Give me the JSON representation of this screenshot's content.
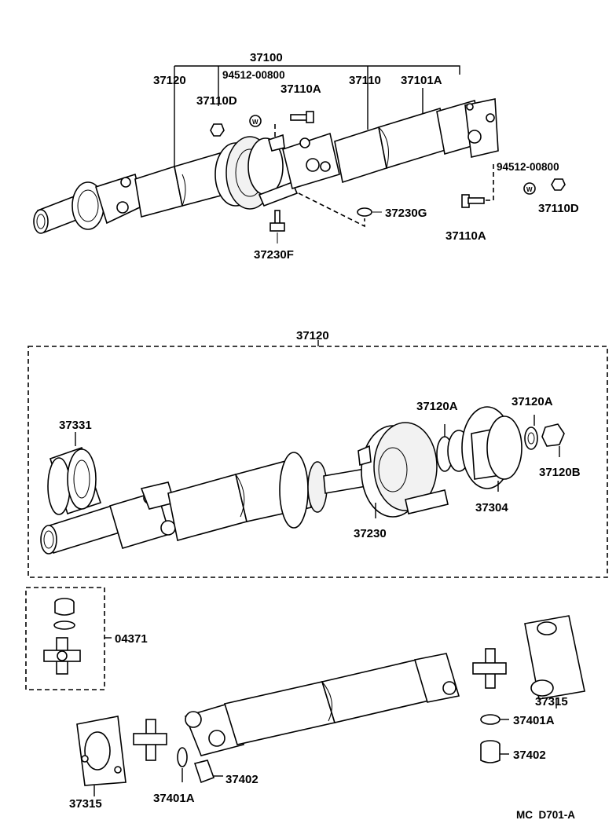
{
  "labels": {
    "assembly_top": "37100",
    "shaft_front_top": "37120",
    "washer_top_1": "94512-00800",
    "nut_top_1": "37110D",
    "bolt_top_1": "37110A",
    "tube_top": "37110",
    "bracket_top": "37101A",
    "washer_top_2": "94512-00800",
    "nut_top_2": "37110D",
    "bolt_top_2": "37110A",
    "washer_mount": "37230G",
    "bolt_mount": "37230F",
    "section_title": "37120",
    "dust_cover": "37331",
    "bearing_a": "37120A",
    "flange_washer": "37120A",
    "flange_nut": "37120B",
    "center_bearing": "37230",
    "flange": "37304",
    "joint_kit": "04371",
    "yoke_right": "37315",
    "snap_ring_right": "37401A",
    "bearing_cup_right": "37402",
    "yoke_left": "37315",
    "snap_ring_left": "37401A",
    "bearing_cup_left": "37402",
    "drawing_code": "MC  D701-A"
  }
}
